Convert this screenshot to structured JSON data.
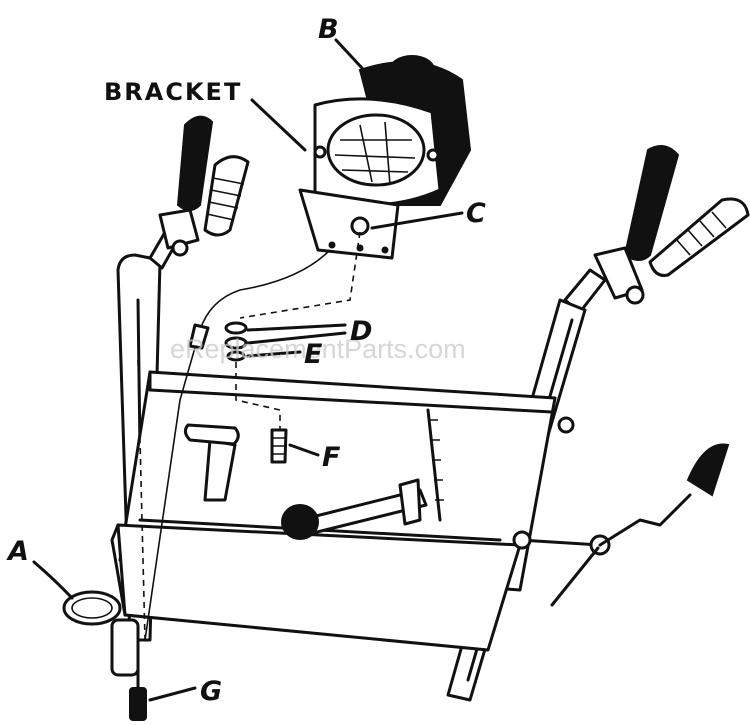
{
  "labels": {
    "b": "B",
    "bracket": "BRACKET",
    "c": "C",
    "d": "D",
    "e": "E",
    "f": "F",
    "a": "A",
    "g": "G"
  },
  "watermark": "eReplacementParts.com"
}
